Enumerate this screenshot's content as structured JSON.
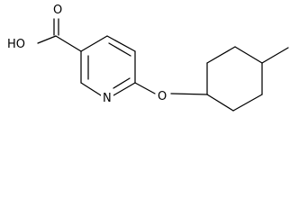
{
  "colors": {
    "background": "#ffffff",
    "bond": "#000000",
    "text": "#000000"
  },
  "atoms": {
    "hydroxyl": "HO",
    "carbonyl_oxygen": "O",
    "ring_nitrogen": "N",
    "ether_oxygen": "O"
  }
}
